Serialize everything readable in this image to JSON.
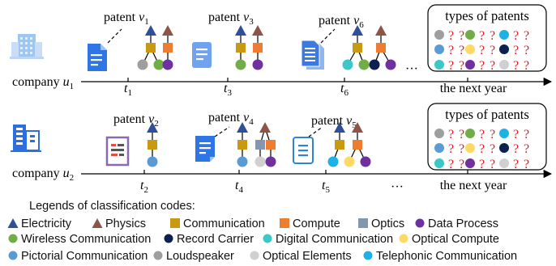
{
  "colors": {
    "electricity": "#2f4f9a",
    "physics": "#8e5448",
    "communication": "#c99a10",
    "compute": "#ee7d31",
    "optics": "#8496b0",
    "data_process": "#7030a0",
    "wireless": "#70ad47",
    "record_carrier": "#0c2150",
    "digital": "#3cc8c8",
    "optical_compute": "#ffd966",
    "pictorial": "#5b9bd5",
    "loudspeaker": "#9e9e9e",
    "optical_elements": "#d0d0d0",
    "telephonic": "#1fb0e6",
    "question": "#e01b24",
    "doc_blue": "#2e75e6",
    "doc_light": "#6fa3ef"
  },
  "companies": [
    {
      "name": "company",
      "sub": "u",
      "idx": "1"
    },
    {
      "name": "company",
      "sub": "u",
      "idx": "2"
    }
  ],
  "row1": {
    "patents": [
      {
        "label": "patent ",
        "v": "v",
        "idx": "1"
      },
      {
        "label": "patent ",
        "v": "v",
        "idx": "3"
      },
      {
        "label": "patent ",
        "v": "v",
        "idx": "6"
      }
    ],
    "times": [
      {
        "t": "t",
        "idx": "1"
      },
      {
        "t": "t",
        "idx": "3"
      },
      {
        "t": "t",
        "idx": "6"
      }
    ],
    "dots": "···",
    "next_year": "the next year",
    "types_title": "types of patents",
    "q": "?"
  },
  "row2": {
    "patents": [
      {
        "label": "patent ",
        "v": "v",
        "idx": "2"
      },
      {
        "label": "patent ",
        "v": "v",
        "idx": "4"
      },
      {
        "label": "patent ",
        "v": "v",
        "idx": "5"
      }
    ],
    "times": [
      {
        "t": "t",
        "idx": "2"
      },
      {
        "t": "t",
        "idx": "4"
      },
      {
        "t": "t",
        "idx": "5"
      }
    ],
    "dots": "···",
    "next_year": "the next year",
    "types_title": "types of patents",
    "q": "?"
  },
  "legend": {
    "title": "Legends of classification codes:",
    "items": [
      {
        "label": "Electricity",
        "icon": "triangle-icon"
      },
      {
        "label": "Physics",
        "icon": "triangle-icon"
      },
      {
        "label": "Communication",
        "icon": "square-icon"
      },
      {
        "label": "Compute",
        "icon": "square-icon"
      },
      {
        "label": "Optics",
        "icon": "square-icon"
      },
      {
        "label": "Data Process",
        "icon": "circle-icon"
      },
      {
        "label": "Wireless Communication",
        "icon": "circle-icon"
      },
      {
        "label": "Record Carrier",
        "icon": "circle-icon"
      },
      {
        "label": "Digital Communication",
        "icon": "circle-icon"
      },
      {
        "label": "Optical Compute",
        "icon": "circle-icon"
      },
      {
        "label": "Pictorial Communication",
        "icon": "circle-icon"
      },
      {
        "label": "Loudspeaker",
        "icon": "circle-icon"
      },
      {
        "label": "Optical Elements",
        "icon": "circle-icon"
      },
      {
        "label": "Telephonic Communication",
        "icon": "circle-icon"
      }
    ]
  }
}
